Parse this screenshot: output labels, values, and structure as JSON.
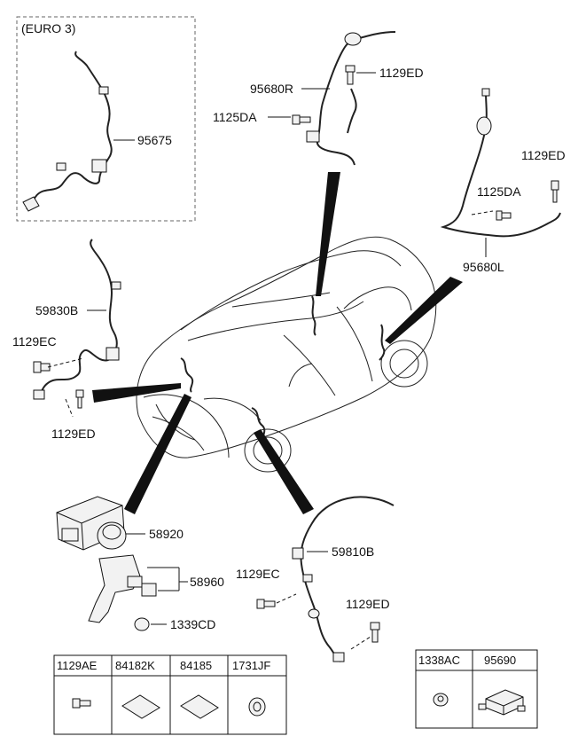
{
  "euro_box": {
    "title": "(EURO 3)"
  },
  "labels": {
    "p95675": "95675",
    "p95680R": "95680R",
    "p1129ED_top": "1129ED",
    "p1125DA_top": "1125DA",
    "p1129ED_right": "1129ED",
    "p1125DA_right": "1125DA",
    "p95680L": "95680L",
    "p59830B": "59830B",
    "p1129EC_left": "1129EC",
    "p1129ED_left": "1129ED",
    "p58920": "58920",
    "p58960": "58960",
    "p1339CD": "1339CD",
    "p59810B": "59810B",
    "p1129EC_bottom": "1129EC",
    "p1129ED_bottom": "1129ED"
  },
  "table_left": {
    "headers": [
      "1129AE",
      "84182K",
      "84185",
      "1731JF"
    ]
  },
  "table_right": {
    "headers": [
      "1338AC",
      "95690"
    ]
  }
}
